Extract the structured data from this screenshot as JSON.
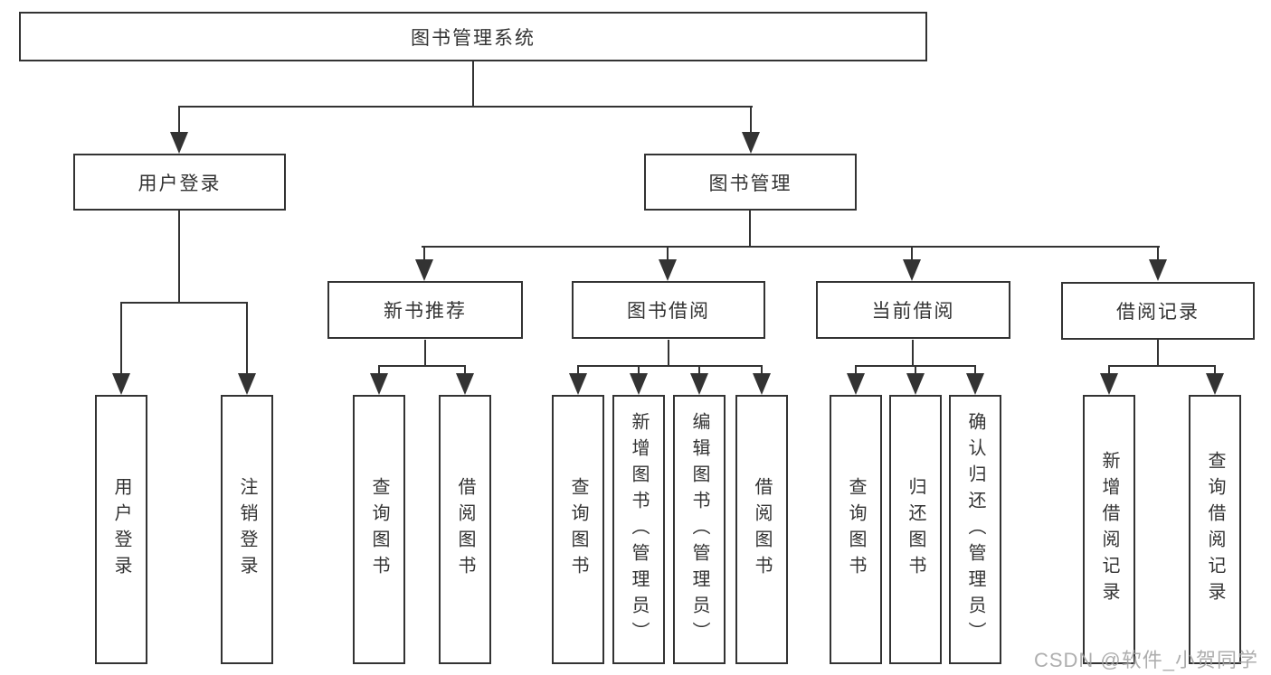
{
  "root": {
    "label": "图书管理系统"
  },
  "level2": [
    {
      "label": "用户登录"
    },
    {
      "label": "图书管理"
    }
  ],
  "level3": [
    {
      "label": "新书推荐"
    },
    {
      "label": "图书借阅"
    },
    {
      "label": "当前借阅"
    },
    {
      "label": "借阅记录"
    }
  ],
  "level4": [
    {
      "label": "用户登录"
    },
    {
      "label": "注销登录"
    },
    {
      "label": "查询图书"
    },
    {
      "label": "借阅图书"
    },
    {
      "label": "查询图书"
    },
    {
      "label": "新增图书（管理员）"
    },
    {
      "label": "编辑图书（管理员）"
    },
    {
      "label": "借阅图书"
    },
    {
      "label": "查询图书"
    },
    {
      "label": "归还图书"
    },
    {
      "label": "确认归还（管理员）"
    },
    {
      "label": "新增借阅记录"
    },
    {
      "label": "查询借阅记录"
    }
  ],
  "watermark": "CSDN @软件_小贺同学",
  "colors": {
    "line": "#333333",
    "text": "#333333",
    "watermark": "#a0a0a0"
  }
}
